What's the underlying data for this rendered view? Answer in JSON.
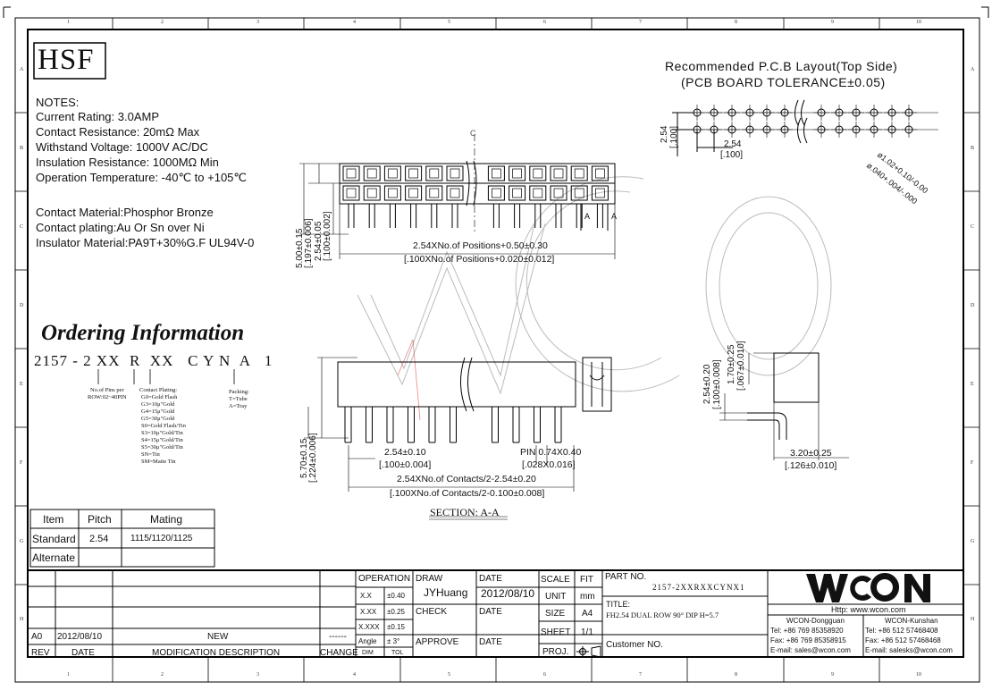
{
  "logo_label": "HSF",
  "zone_columns": [
    "1",
    "2",
    "3",
    "4",
    "5",
    "6",
    "7",
    "8",
    "9",
    "10"
  ],
  "zone_rows": [
    "A",
    "B",
    "C",
    "D",
    "E",
    "F",
    "G",
    "H"
  ],
  "notes": {
    "heading": "NOTES:",
    "lines": [
      "Current Rating: 3.0AMP",
      "Contact Resistance: 20mΩ Max",
      "Withstand Voltage: 1000V AC/DC",
      "Insulation Resistance: 1000MΩ Min",
      "Operation Temperature: -40℃ to +105℃"
    ],
    "material_lines": [
      "Contact Material:Phosphor Bronze",
      "Contact plating:Au Or Sn over Ni",
      "Insulator Material:PA9T+30%G.F UL94V-0"
    ]
  },
  "ordering": {
    "title": "Ordering Information",
    "code": "2157 - 2 XX  R  XX   C Y N  A   1",
    "pins_label": [
      "No.of Pins per",
      "ROW:02~40PIN"
    ],
    "plating_title": "Contact Plating:",
    "plating_options": [
      "G0=Gold Flash",
      "G3=10μ\"Gold",
      "G4=15μ\"Gold",
      "G5=30μ\"Gold",
      "S0=Gold Flash/Tin",
      "S3=10μ\"Gold/Tin",
      "S4=15μ\"Gold/Tin",
      "S5=30μ\"Gold/Tin",
      "SN=Tin",
      "SM=Matte Tin"
    ],
    "packing_title": "Packing:",
    "packing_options": [
      "T=Tube",
      "A=Tray"
    ]
  },
  "pitch_table": {
    "headers": [
      "Item",
      "Pitch",
      "Mating"
    ],
    "rows": [
      [
        "Standard",
        "2.54",
        "1115/1120/1125"
      ],
      [
        "Alternate",
        "",
        ""
      ]
    ]
  },
  "pcb": {
    "title": "Recommended P.C.B Layout(Top Side)",
    "subtitle": "(PCB BOARD TOLERANCE±0.05)",
    "dim_pitch": "2.54",
    "dim_pitch_in": "[.100]",
    "dim_row": "2.54",
    "dim_row_in": "[.100]",
    "dim_hole": "ø1.02+0.10/-0.00",
    "dim_hole_in": "ø.040+.004/-.000"
  },
  "top_view": {
    "label_c": "C",
    "label_a1": "A",
    "label_a2": "A",
    "dim_h1": "5.00±0.15",
    "dim_h1_in": "[.197±0.006]",
    "dim_h2": "2.54±0.05",
    "dim_h2_in": "[.100±0.002]",
    "dim_len": "2.54XNo.of Positions+0.50±0.30",
    "dim_len_in": "[.100XNo.of Positions+0.020±0.012]"
  },
  "front_view": {
    "dim_h": "5.70±0.15",
    "dim_h_in": "[.224±0.006]",
    "dim_pitch": "2.54±0.10",
    "dim_pitch_in": "[.100±0.004]",
    "dim_pin": "PIN 0.74X0.40",
    "dim_pin_in": "[.028X0.016]",
    "dim_len": "2.54XNo.of Contacts/2-2.54±0.20",
    "dim_len_in": "[.100XNo.of Contacts/2-0.100±0.008]",
    "section": "SECTION: A-A"
  },
  "side_view": {
    "dim_a": "2.54±0.20",
    "dim_a_in": "[.100±0.008]",
    "dim_b": "1.70±0.25",
    "dim_b_in": "[.067±0.010]",
    "dim_c": "3.20±0.25",
    "dim_c_in": "[.126±0.010]"
  },
  "watermark": "WCON",
  "title_block": {
    "rev_row": [
      "A0",
      "2012/08/10",
      "NEW",
      "------"
    ],
    "rev_headers": [
      "REV",
      "DATE",
      "MODIFICATION DESCRIPTION",
      "CHANGE"
    ],
    "operation": "OPERATION",
    "tol_rows": [
      [
        "X.X",
        "±0.40"
      ],
      [
        "X.XX",
        "±0.25"
      ],
      [
        "X.XXX",
        "±0.15"
      ],
      [
        "Angle",
        "± 3°"
      ],
      [
        "DIM",
        "TOL"
      ]
    ],
    "draw_label": "DRAW",
    "draw_name": "JYHuang",
    "check_label": "CHECK",
    "approve_label": "APPROVE",
    "date_label": "DATE",
    "date_value": "2012/08/10",
    "date_label2": "DATE",
    "date_label3": "DATE",
    "scale_label": "SCALE",
    "scale_value": "FIT",
    "unit_label": "UNIT",
    "unit_value": "mm",
    "size_label": "SIZE",
    "size_value": "A4",
    "sheet_label": "SHEET",
    "sheet_value": "1/1",
    "proj_label": "PROJ.",
    "part_no_label": "PART NO.",
    "part_no": "2157-2XXRXXCYNX1",
    "title_label": "TITLE:",
    "title_value": "FH2.54 DUAL ROW 90° DIP H=5.7",
    "customer_label": "Customer NO.",
    "company_logo": "WCON",
    "website": "Http: www.wcon.com",
    "office1": {
      "name": "WCON-Dongguan",
      "tel": "Tel: +86 769 85358920",
      "fax": "Fax: +86 769 85358915",
      "email": "E-mail: sales@wcon.com"
    },
    "office2": {
      "name": "WCON-Kunshan",
      "tel": "Tel: +86 512 57468408",
      "fax": "Fax: +86 512 57468468",
      "email": "E-mail: salesks@wcon.com"
    }
  }
}
